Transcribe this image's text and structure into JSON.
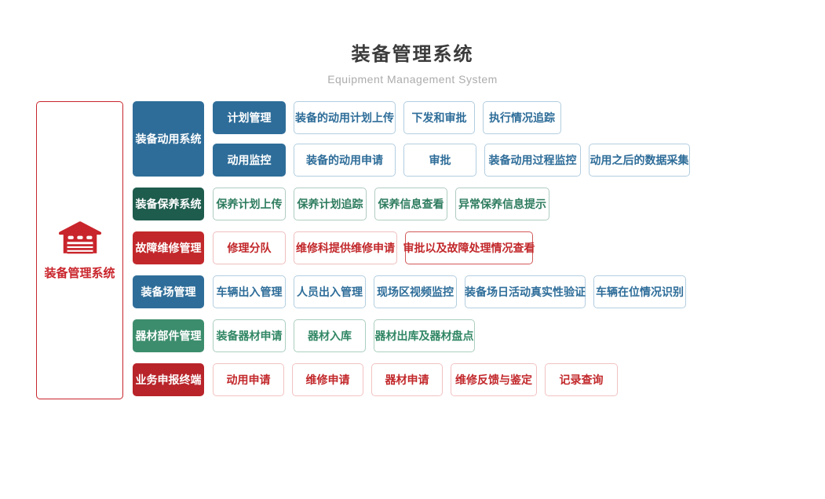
{
  "header": {
    "title": "装备管理系统",
    "subtitle": "Equipment Management System"
  },
  "root": {
    "label": "装备管理系统",
    "icon": "garage-icon"
  },
  "colors": {
    "blue": "#2E6D99",
    "dark_green": "#1E5C4D",
    "red": "#C2282B",
    "green": "#3C8D6D",
    "dark_red": "#B8242A",
    "brand_red": "#C9252C"
  },
  "sections": [
    {
      "label": "装备动用系统",
      "theme": "blue",
      "groups": [
        {
          "label": "计划管理",
          "items": [
            "装备的动用计划上传",
            "下发和审批",
            "执行情况追踪"
          ]
        },
        {
          "label": "动用监控",
          "items": [
            "装备的动用申请",
            "审批",
            "装备动用过程监控",
            "动用之后的数据采集"
          ]
        }
      ]
    },
    {
      "label": "装备保养系统",
      "theme": "dark_green",
      "items": [
        "保养计划上传",
        "保养计划追踪",
        "保养信息查看",
        "异常保养信息提示"
      ]
    },
    {
      "label": "故障维修管理",
      "theme": "red",
      "items": [
        "修理分队",
        "维修科提供维修申请",
        "审批以及故障处理情况查看"
      ]
    },
    {
      "label": "装备场管理",
      "theme": "blue",
      "items": [
        "车辆出入管理",
        "人员出入管理",
        "现场区视频监控",
        "装备场日活动真实性验证",
        "车辆在位情况识别"
      ]
    },
    {
      "label": "器材部件管理",
      "theme": "green",
      "items": [
        "装备器材申请",
        "器材入库",
        "器材出库及器材盘点"
      ]
    },
    {
      "label": "业务申报终端",
      "theme": "dark_red",
      "items": [
        "动用申请",
        "维修申请",
        "器材申请",
        "维修反馈与鉴定",
        "记录查询"
      ]
    }
  ]
}
